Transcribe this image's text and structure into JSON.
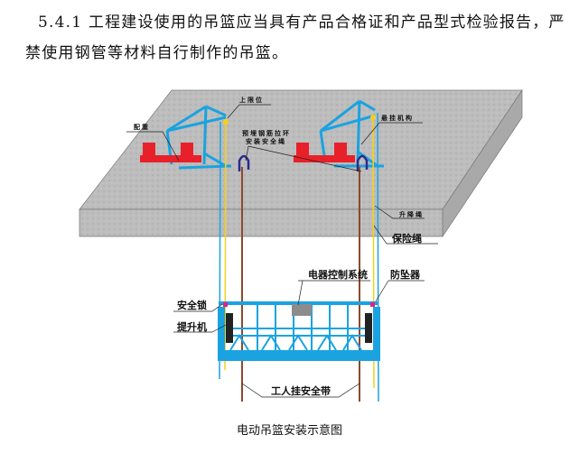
{
  "paragraph": {
    "number": "5.4.1",
    "text": "工程建设使用的吊篮应当具有产品合格证和产品型式检验报告，严禁使用钢管等材料自行制作的吊篮。"
  },
  "diagram": {
    "labels": {
      "upper_limit": "上限位",
      "counterweight": "配重",
      "suspension": "悬挂机构",
      "anchor_line1": "预埋钢筋拉环",
      "anchor_line2": "安装安全绳",
      "hoist_rope": "升降绳",
      "safety_rope": "保险绳",
      "control_system": "电器控制系统",
      "fall_arrester": "防坠器",
      "safety_lock": "安全锁",
      "hoist": "提升机",
      "worker_belt": "工人挂安全带"
    },
    "colors": {
      "frame": "#1aa3e0",
      "weight": "#e8202a",
      "rope_yellow": "#f2d21a",
      "rope_brown": "#8b4a2b",
      "loop": "#2b2b8c",
      "concrete": "#b9b9b9"
    }
  },
  "caption": "电动吊篮安装示意图"
}
